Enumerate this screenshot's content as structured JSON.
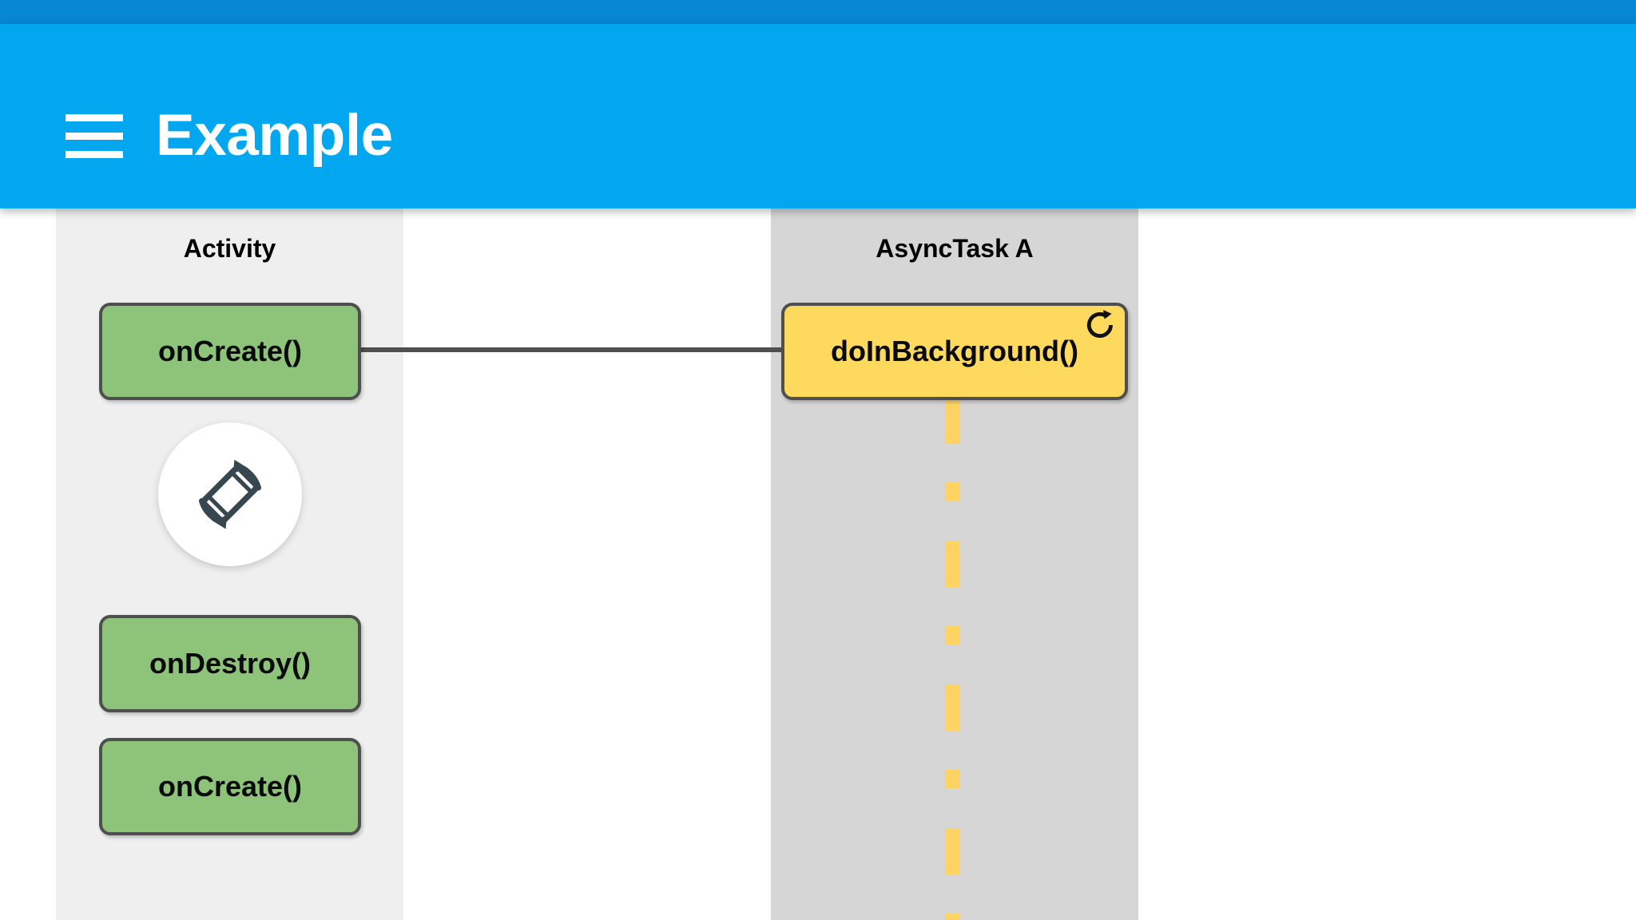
{
  "window": {
    "status_bar_color": "#0587D3"
  },
  "app_bar": {
    "title": "Example",
    "background_color": "#03A7F0",
    "menu_icon": "hamburger-menu-icon",
    "title_color": "#ffffff"
  },
  "diagram": {
    "type": "sequence-lifecycle-diagram",
    "lanes": [
      {
        "id": "activity",
        "title": "Activity",
        "background_color": "#EFEFF0"
      },
      {
        "id": "asynctask",
        "title": "AsyncTask A",
        "background_color": "#D6D6D7"
      }
    ],
    "nodes": [
      {
        "id": "oncreate-1",
        "label": "onCreate()",
        "lane": "activity",
        "color": "#8DC47A",
        "border_color": "#4F4F4F"
      },
      {
        "id": "ondestroy",
        "label": "onDestroy()",
        "lane": "activity",
        "color": "#8DC47A",
        "border_color": "#4F4F4F"
      },
      {
        "id": "oncreate-2",
        "label": "onCreate()",
        "lane": "activity",
        "color": "#8DC47A",
        "border_color": "#4F4F4F"
      },
      {
        "id": "doinbackground",
        "label": "doInBackground()",
        "lane": "asynctask",
        "color": "#FDD95E",
        "border_color": "#4F4F4F",
        "badge_icon": "refresh-loop-icon"
      }
    ],
    "connectors": [
      {
        "id": "oncreate-to-doinbackground",
        "from": "oncreate-1",
        "to": "doinbackground",
        "style": "solid",
        "color": "#4F4F4F"
      }
    ],
    "lifelines": [
      {
        "id": "asynctask-lifeline",
        "lane": "asynctask",
        "style": "dashed",
        "color": "#FDD463"
      }
    ],
    "annotations": [
      {
        "id": "screen-rotation",
        "icon": "screen-rotation-icon",
        "lane": "activity",
        "icon_color": "#37474F",
        "circle_color": "#FFFFFF"
      }
    ]
  }
}
